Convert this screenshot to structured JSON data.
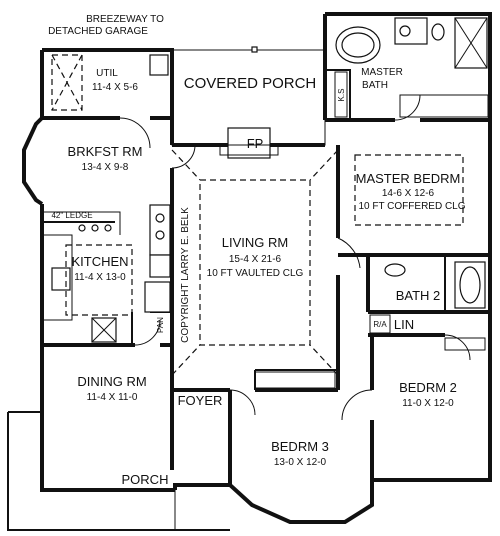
{
  "labels": {
    "breezeway_line1": "BREEZEWAY TO",
    "breezeway_line2": "DETACHED GARAGE",
    "util": "UTIL",
    "util_dim": "11-4 X 5-6",
    "covered_porch": "COVERED PORCH",
    "ks": "K.S",
    "master_bath_line1": "MASTER",
    "master_bath_line2": "BATH",
    "brkfst": "BRKFST RM",
    "brkfst_dim": "13-4 X 9-8",
    "fp": "FP",
    "master_bedrm": "MASTER BEDRM",
    "master_dim": "14-6 X 12-6",
    "master_clg": "10 FT COFFERED CLG",
    "ledge": "42\" LEDGE",
    "living": "LIVING RM",
    "living_dim": "15-4 X 21-6",
    "living_clg": "10 FT VAULTED CLG",
    "kitchen": "KITCHEN",
    "kitchen_dim": "11-4 X 13-0",
    "copyright": "COPYRIGHT LARRY E. BELK",
    "bath2": "BATH 2",
    "ra": "R/A",
    "lin": "LIN",
    "pan": "PAN",
    "dining": "DINING RM",
    "dining_dim": "11-4 X 11-0",
    "foyer": "FOYER",
    "bedrm2": "BEDRM 2",
    "bedrm2_dim": "11-0 X 12-0",
    "bedrm3": "BEDRM 3",
    "bedrm3_dim": "13-0 X 12-0",
    "porch": "PORCH"
  }
}
